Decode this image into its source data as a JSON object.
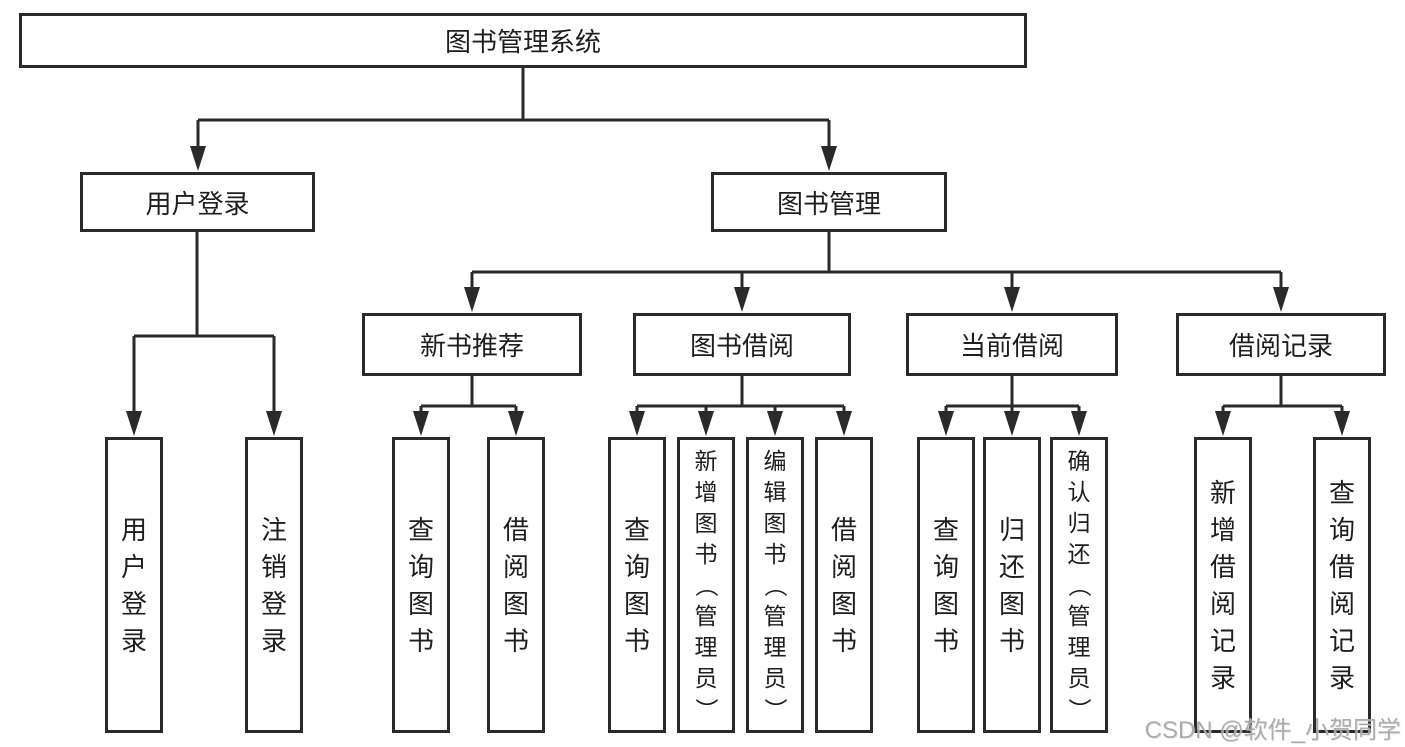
{
  "diagram": {
    "title": "图书管理系统",
    "hierarchy": {
      "label": "图书管理系统",
      "children": [
        {
          "label": "用户登录",
          "children": [
            {
              "label": "用户登录"
            },
            {
              "label": "注销登录"
            }
          ]
        },
        {
          "label": "图书管理",
          "children": [
            {
              "label": "新书推荐",
              "children": [
                {
                  "label": "查询图书"
                },
                {
                  "label": "借阅图书"
                }
              ]
            },
            {
              "label": "图书借阅",
              "children": [
                {
                  "label": "查询图书"
                },
                {
                  "label": "新增图书（管理员）"
                },
                {
                  "label": "编辑图书（管理员）"
                },
                {
                  "label": "借阅图书"
                }
              ]
            },
            {
              "label": "当前借阅",
              "children": [
                {
                  "label": "查询图书"
                },
                {
                  "label": "归还图书"
                },
                {
                  "label": "确认归还（管理员）"
                }
              ]
            },
            {
              "label": "借阅记录",
              "children": [
                {
                  "label": "新增借阅记录"
                },
                {
                  "label": "查询借阅记录"
                }
              ]
            }
          ]
        }
      ]
    },
    "colors": {
      "line": "#2a2a2a",
      "box_border": "#2a2a2a",
      "text": "#1e1e1e",
      "background": "#ffffff",
      "watermark": "#a8a8a8"
    }
  },
  "watermark": {
    "text": "CSDN @软件_小贺同学"
  }
}
